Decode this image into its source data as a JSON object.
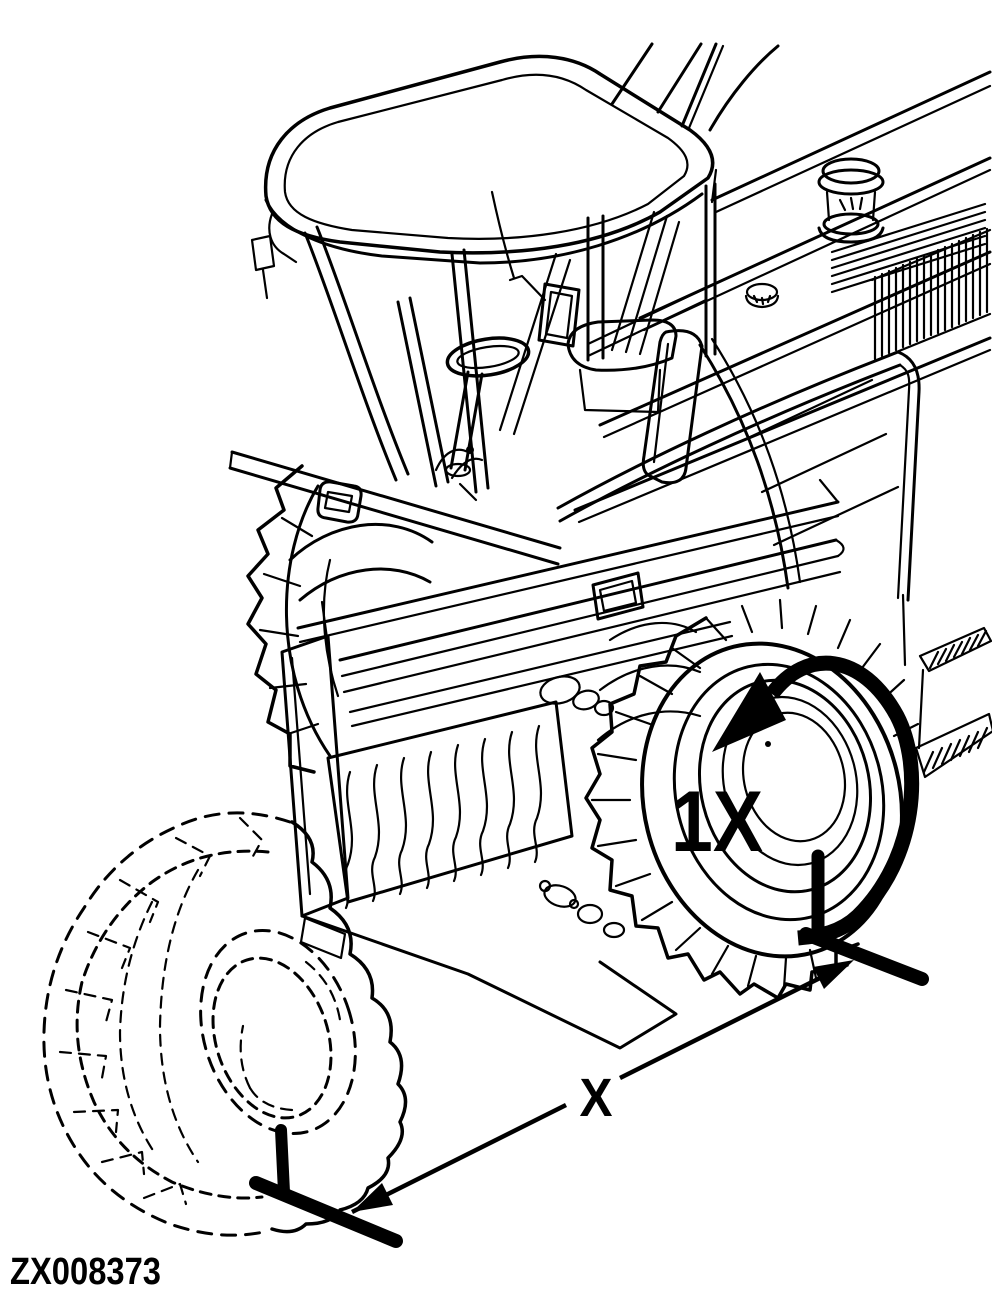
{
  "figure": {
    "id_code": "ZX008373",
    "rotation_label": "1X",
    "distance_label": "X"
  },
  "colors": {
    "ink": "#000000",
    "paper": "#ffffff"
  },
  "icons": {
    "rotation_arrow": "thick curved arrow wrapped around rear wheel (one turn)",
    "distance_arrow": "thin double-headed diagonal arrow between two corner datum marks"
  }
}
